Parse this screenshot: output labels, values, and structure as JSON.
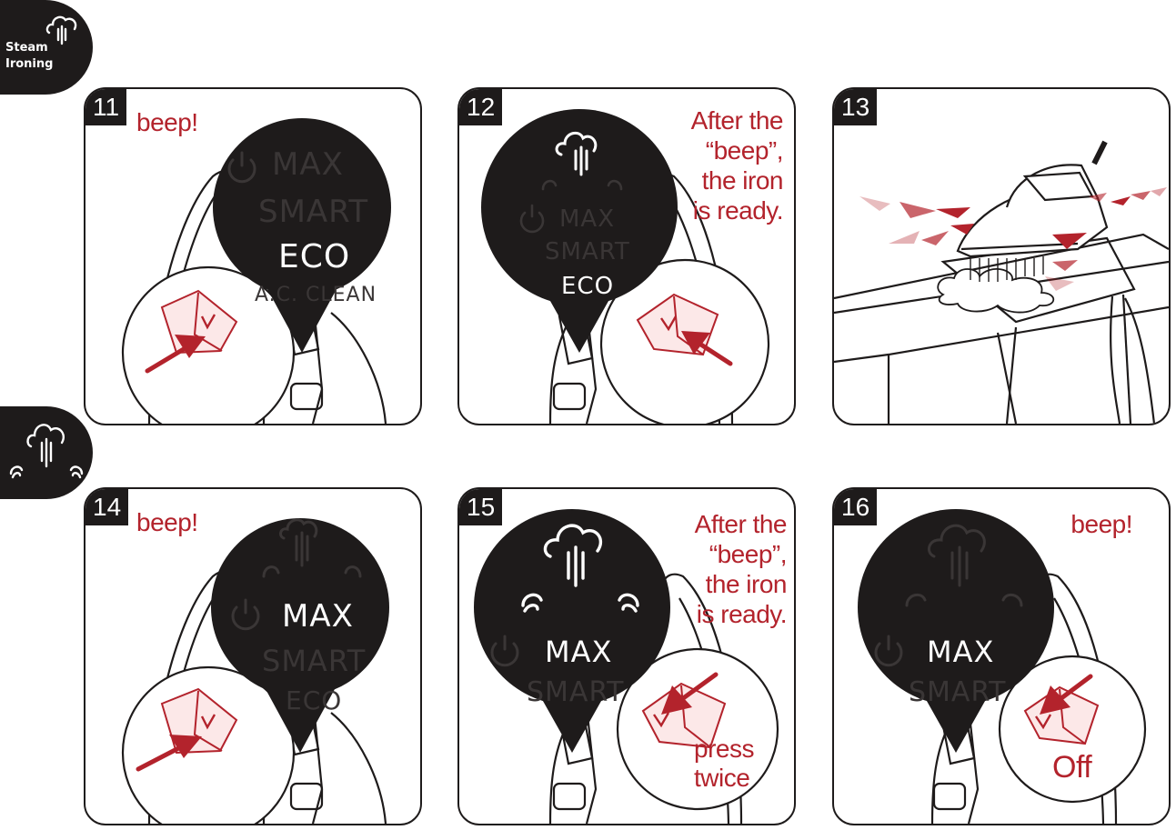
{
  "section_tab": {
    "title": "Steam Ironing",
    "icon": "steam-cloud-icon"
  },
  "mode_tab": {
    "icon": "steam-burst-icon"
  },
  "panels": [
    {
      "num": "11",
      "caption": "beep!",
      "modes": {
        "max": "MAX",
        "smart": "SMART",
        "eco": "ECO",
        "clean": "A.C. CLEAN"
      }
    },
    {
      "num": "12",
      "caption": [
        "After the",
        "“beep”,",
        "the iron",
        "is ready."
      ],
      "modes": {
        "max": "MAX",
        "smart": "SMART",
        "eco": "ECO"
      }
    },
    {
      "num": "13"
    },
    {
      "num": "14",
      "caption": "beep!",
      "modes": {
        "max": "MAX",
        "smart": "SMART",
        "eco": "ECO"
      }
    },
    {
      "num": "15",
      "caption": [
        "After the",
        "“beep”,",
        "the iron",
        "is ready."
      ],
      "modes": {
        "max": "MAX",
        "smart": "SMART"
      },
      "note": [
        "press",
        "twice"
      ]
    },
    {
      "num": "16",
      "caption": "beep!",
      "modes": {
        "max": "MAX",
        "smart": "SMART"
      },
      "note": [
        "Off"
      ]
    }
  ],
  "colors": {
    "accent": "#b3232c",
    "dark": "#1e1b1b",
    "dim_text": "#3a3636"
  }
}
